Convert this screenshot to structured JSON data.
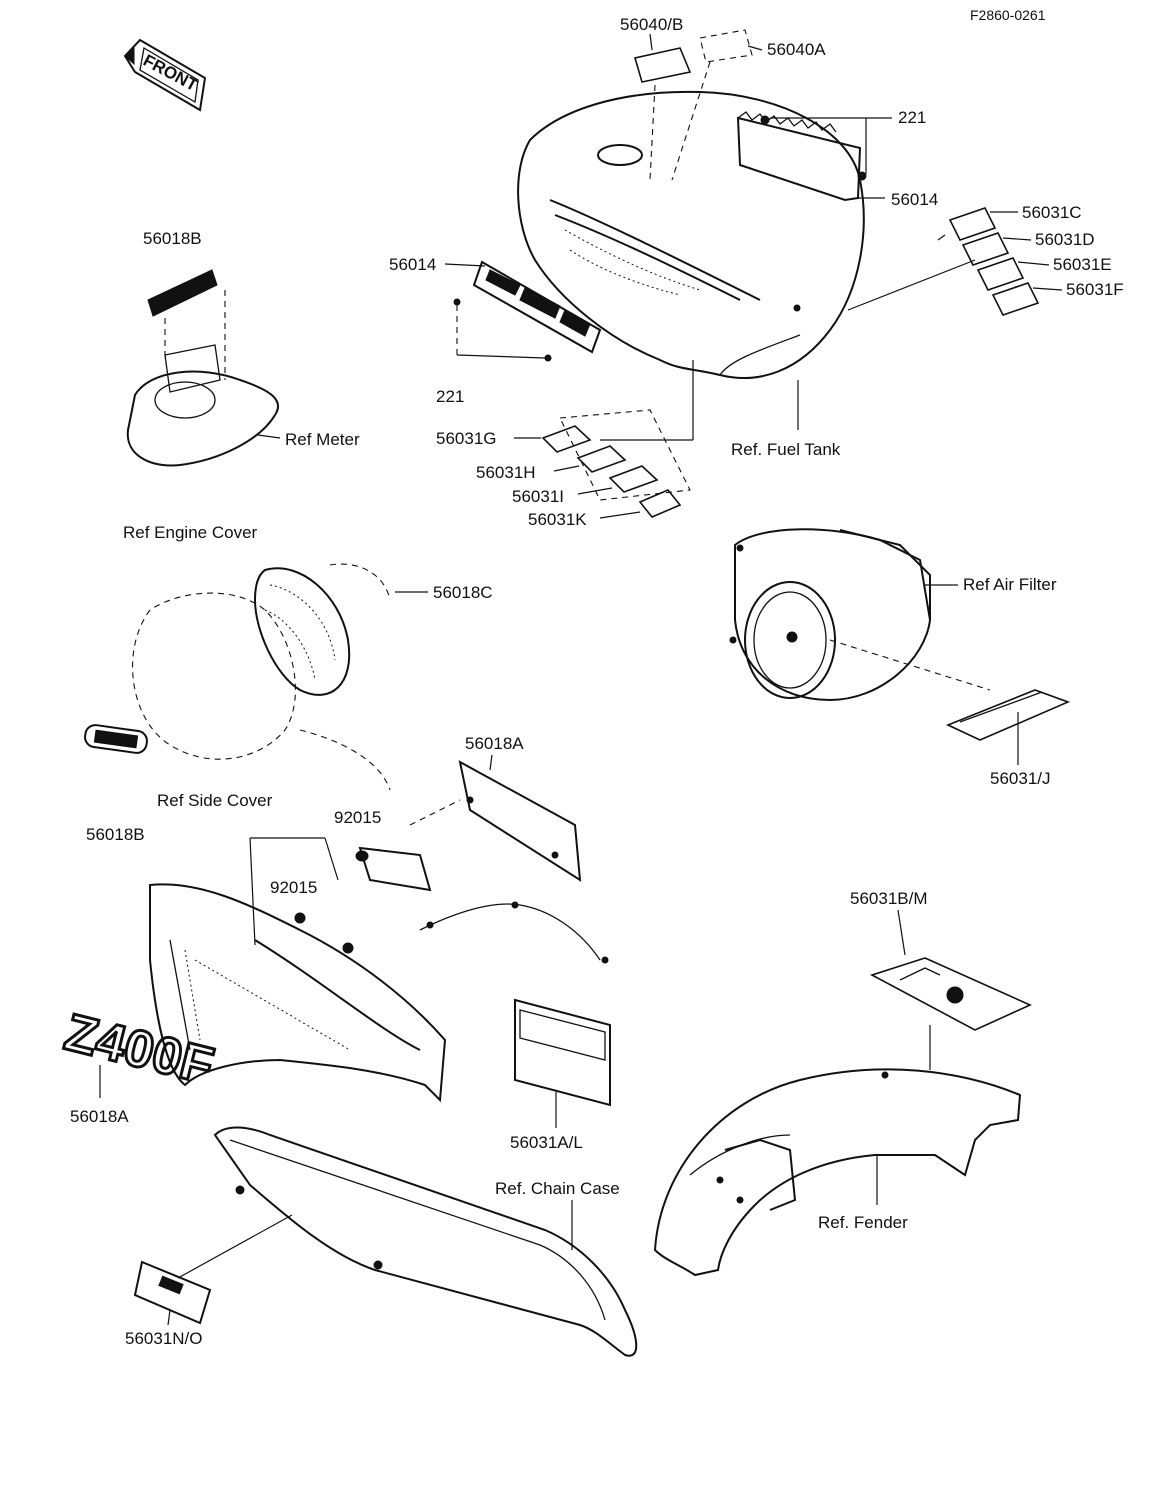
{
  "ref_code": "F2860-0261",
  "front_sign": "FRONT",
  "emblem_text": "Z400F",
  "labels": {
    "l_56040B": "56040/B",
    "l_56040A": "56040A",
    "l_221_top": "221",
    "l_56014_right": "56014",
    "l_56031C": "56031C",
    "l_56031D": "56031D",
    "l_56031E": "56031E",
    "l_56031F": "56031F",
    "l_56018B_top": "56018B",
    "l_56014_left": "56014",
    "l_221_left": "221",
    "l_ref_meter": "Ref  Meter",
    "l_56031G": "56031G",
    "l_56031H": "56031H",
    "l_56031I": "56031I",
    "l_56031K": "56031K",
    "l_ref_fuel_tank": "Ref. Fuel Tank",
    "l_ref_engine_cover": "Ref  Engine Cover",
    "l_56018C": "56018C",
    "l_ref_air_filter": "Ref  Air Filter",
    "l_56031J": "56031/J",
    "l_56018A_top": "56018A",
    "l_ref_side_cover": "Ref  Side Cover",
    "l_56018B_bottom": "56018B",
    "l_92015_top": "92015",
    "l_92015_bottom": "92015",
    "l_56031BM": "56031B/M",
    "l_56018A_bottom": "56018A",
    "l_56031AL": "56031A/L",
    "l_ref_chain_case": "Ref. Chain Case",
    "l_ref_fender": "Ref. Fender",
    "l_56031NO": "56031N/O"
  }
}
